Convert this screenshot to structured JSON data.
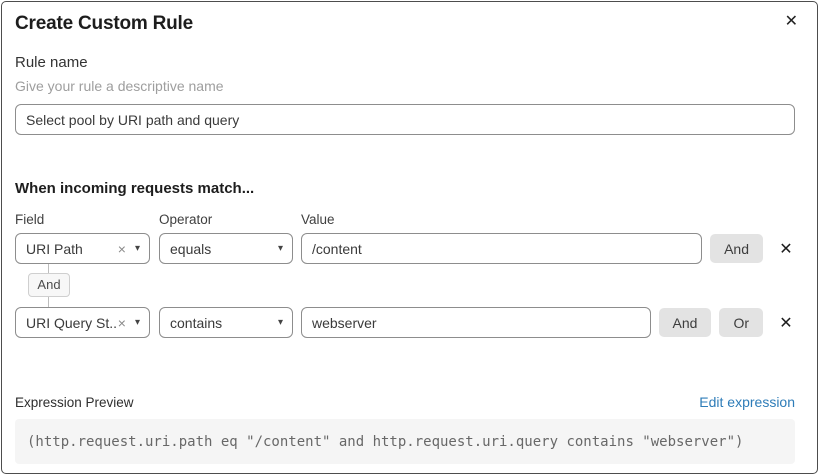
{
  "dialog": {
    "title": "Create Custom Rule"
  },
  "icons": {
    "close": "✕",
    "clear": "×",
    "caret": "▾",
    "remove": "✕"
  },
  "rule_name": {
    "label": "Rule name",
    "helper": "Give your rule a descriptive name",
    "value": "Select pool by URI path and query"
  },
  "match_section": {
    "heading": "When incoming requests match...",
    "columns": {
      "field": "Field",
      "operator": "Operator",
      "value": "Value"
    },
    "connector_label": "And",
    "rows": [
      {
        "field": "URI Path",
        "operator": "equals",
        "value": "/content",
        "and_label": "And"
      },
      {
        "field": "URI Query St...",
        "operator": "contains",
        "value": "webserver",
        "and_label": "And",
        "or_label": "Or"
      }
    ]
  },
  "expression_preview": {
    "label": "Expression Preview",
    "edit_link": "Edit expression",
    "expression": "(http.request.uri.path eq \"/content\" and http.request.uri.query contains \"webserver\")"
  },
  "colors": {
    "link_blue": "#2e7cb8",
    "button_gray": "#e3e3e3",
    "code_background": "#f5f5f5",
    "border_gray": "#8d8d8d"
  }
}
